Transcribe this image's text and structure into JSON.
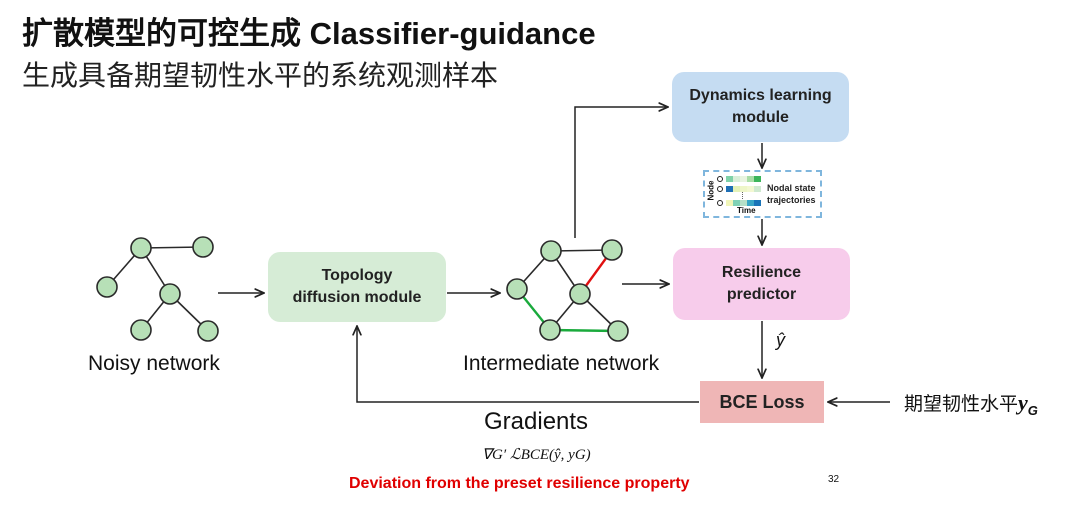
{
  "slide": {
    "title": "扩散模型的可控生成 Classifier-guidance",
    "subtitle": "生成具备期望韧性水平的系统观测样本",
    "page_number": "32"
  },
  "diagram": {
    "modules": {
      "dynamics_learning": "Dynamics learning\nmodule",
      "topology_diffusion": "Topology\ndiffusion module",
      "resilience_predictor": "Resilience\npredictor",
      "bce_loss": "BCE Loss"
    },
    "trajectories": {
      "label": "Nodal state\ntrajectories",
      "axis_y": "Node",
      "axis_x": "Time",
      "row_colors": [
        [
          "#7fd1a8",
          "#d9efd9",
          "#e8f4e0",
          "#a9dda6",
          "#3cb55a"
        ],
        [
          "#1f6fb5",
          "#e5f2b8",
          "#eef6c8",
          "#f3f8d2",
          "#cfead0"
        ],
        [
          "#f0f5b8",
          "#7fd1b5",
          "#b6e0c8",
          "#3aa7c6",
          "#1a74b8"
        ]
      ]
    },
    "networks": {
      "noisy_label": "Noisy network",
      "intermediate_label": "Intermediate network",
      "node_color": "#b7e0b7",
      "added_edge_color": "#1aaa3c",
      "removed_edge_color": "#e01010"
    },
    "edge_labels": {
      "y_hat": "ŷ",
      "gradients": "Gradients",
      "gradient_formula": "∇G′ ℒBCE(ŷ, yG)",
      "target_label": "期望韧性水平",
      "target_symbol": "y",
      "target_subscript": "G"
    },
    "note": "Deviation from the preset resilience property",
    "colors": {
      "dynamics_box": "#c5dcf2",
      "topology_box": "#d6ecd6",
      "predictor_box": "#f7cceb",
      "loss_box": "#efb6b6",
      "note_red": "#e00000"
    }
  }
}
